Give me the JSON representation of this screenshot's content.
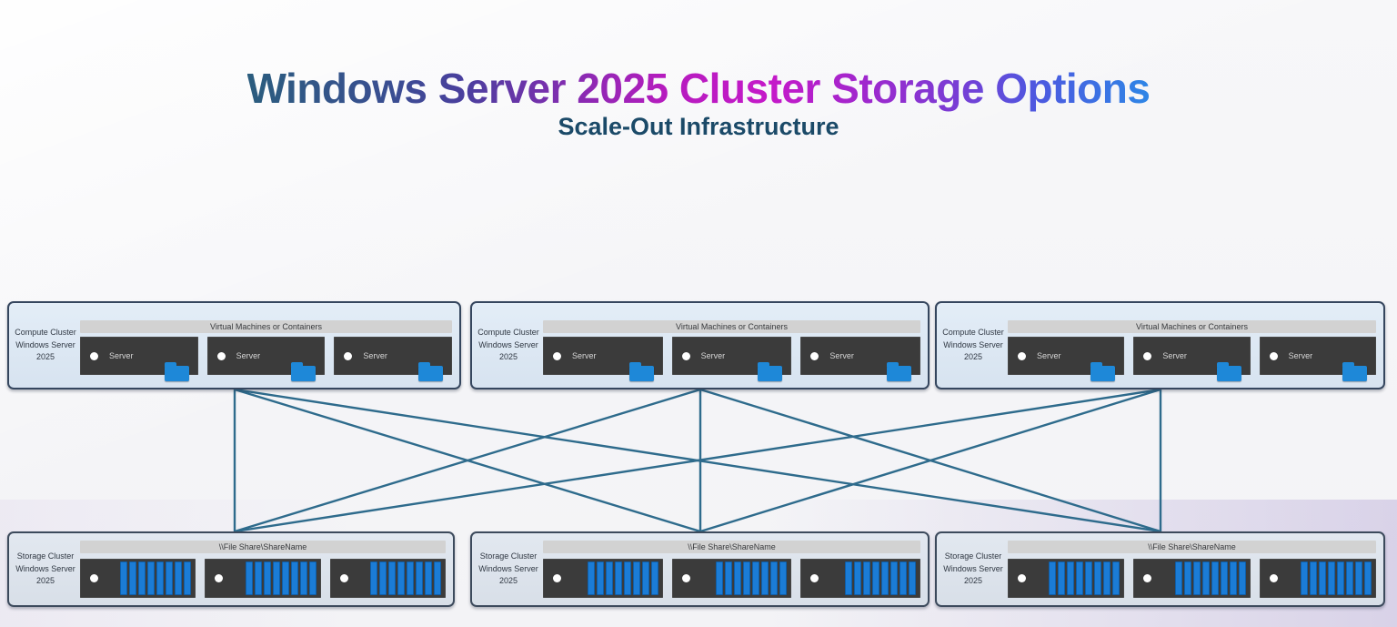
{
  "title": {
    "text": "Windows Server 2025 Cluster Storage Options",
    "subtitle": "Scale-Out Infrastructure"
  },
  "compute_clusters": [
    {
      "label_line1": "Compute Cluster",
      "label_line2": "Windows Server 2025",
      "header": "Virtual Machines or Containers",
      "servers": [
        "Server",
        "Server",
        "Server"
      ]
    },
    {
      "label_line1": "Compute Cluster",
      "label_line2": "Windows Server 2025",
      "header": "Virtual Machines or Containers",
      "servers": [
        "Server",
        "Server",
        "Server"
      ]
    },
    {
      "label_line1": "Compute Cluster",
      "label_line2": "Windows Server 2025",
      "header": "Virtual Machines or Containers",
      "servers": [
        "Server",
        "Server",
        "Server"
      ]
    }
  ],
  "storage_clusters": [
    {
      "label_line1": "Storage Cluster",
      "label_line2": "Windows Server 2025",
      "header": "\\\\File Share\\ShareName"
    },
    {
      "label_line1": "Storage Cluster",
      "label_line2": "Windows Server 2025",
      "header": "\\\\File Share\\ShareName"
    },
    {
      "label_line1": "Storage Cluster",
      "label_line2": "Windows Server 2025",
      "header": "\\\\File Share\\ShareName"
    }
  ],
  "storage": {
    "nodes_per_cluster": 3,
    "disks_per_node": 8
  },
  "connections": {
    "type": "full-mesh",
    "top_anchors_x": [
      258,
      770,
      1276
    ],
    "bottom_anchors_x": [
      258,
      770,
      1276
    ],
    "color": "#2e6b8c",
    "stroke_width": 2.4
  },
  "colors": {
    "title_gradient": [
      "#2b5d7e",
      "#4a3f9e",
      "#b51cbe",
      "#c519c9",
      "#7b3bd4",
      "#2e86e6"
    ],
    "subtitle": "#1b4a68",
    "cluster_fill": "#dbe6f2",
    "cluster_border": "#35465e",
    "node_fill": "#3b3b3b",
    "header_bar": "#d2d2d2",
    "folder_blue": "#1e88d8",
    "disk_blue": "#1b7cd6",
    "link_teal": "#2e6b8c"
  }
}
